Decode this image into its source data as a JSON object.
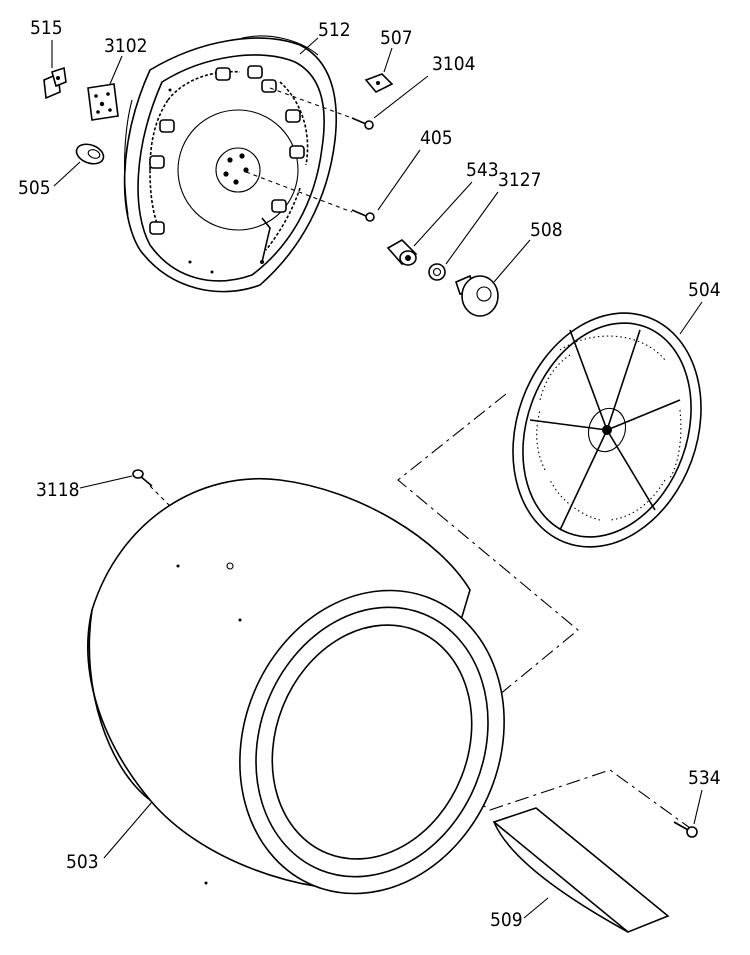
{
  "diagram": {
    "parts": [
      {
        "id": "p515",
        "label": "515"
      },
      {
        "id": "p3102",
        "label": "3102"
      },
      {
        "id": "p512",
        "label": "512"
      },
      {
        "id": "p507",
        "label": "507"
      },
      {
        "id": "p3104",
        "label": "3104"
      },
      {
        "id": "p505",
        "label": "505"
      },
      {
        "id": "p405",
        "label": "405"
      },
      {
        "id": "p543",
        "label": "543"
      },
      {
        "id": "p3127",
        "label": "3127"
      },
      {
        "id": "p508",
        "label": "508"
      },
      {
        "id": "p504",
        "label": "504"
      },
      {
        "id": "p3118",
        "label": "3118"
      },
      {
        "id": "p534",
        "label": "534"
      },
      {
        "id": "p503",
        "label": "503"
      },
      {
        "id": "p509",
        "label": "509"
      }
    ]
  }
}
